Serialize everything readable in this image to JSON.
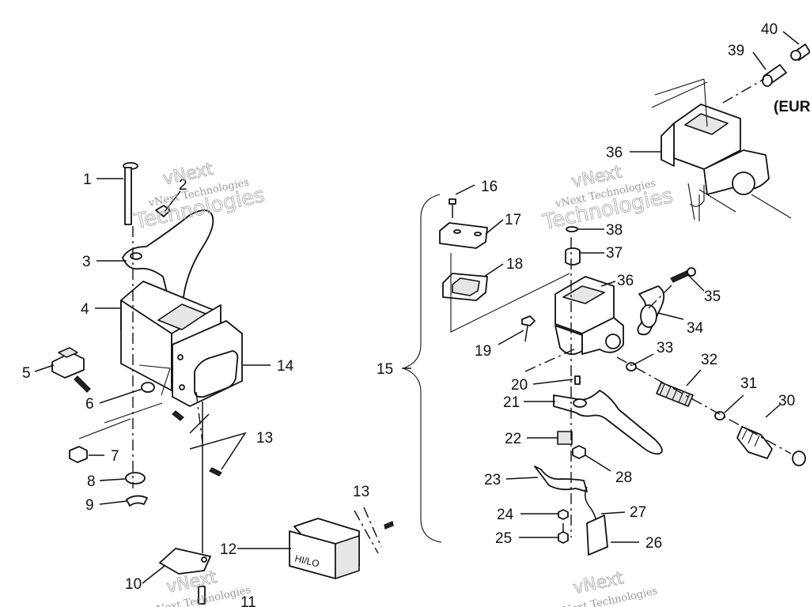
{
  "watermark": {
    "line1": "vNext",
    "line2": "vNext Technologies",
    "line3": "Technologies"
  },
  "region_note": "(EUR",
  "switch_label": "HI/LO",
  "callouts": [
    {
      "id": "c1",
      "text": "1"
    },
    {
      "id": "c2",
      "text": "2"
    },
    {
      "id": "c3",
      "text": "3"
    },
    {
      "id": "c4",
      "text": "4"
    },
    {
      "id": "c5",
      "text": "5"
    },
    {
      "id": "c6",
      "text": "6"
    },
    {
      "id": "c7",
      "text": "7"
    },
    {
      "id": "c8",
      "text": "8"
    },
    {
      "id": "c9",
      "text": "9"
    },
    {
      "id": "c10",
      "text": "10"
    },
    {
      "id": "c11",
      "text": "11"
    },
    {
      "id": "c12",
      "text": "12"
    },
    {
      "id": "c13a",
      "text": "13"
    },
    {
      "id": "c13b",
      "text": "13"
    },
    {
      "id": "c14",
      "text": "14"
    },
    {
      "id": "c15",
      "text": "15"
    },
    {
      "id": "c16",
      "text": "16"
    },
    {
      "id": "c17",
      "text": "17"
    },
    {
      "id": "c18",
      "text": "18"
    },
    {
      "id": "c19",
      "text": "19"
    },
    {
      "id": "c20",
      "text": "20"
    },
    {
      "id": "c21",
      "text": "21"
    },
    {
      "id": "c22",
      "text": "22"
    },
    {
      "id": "c23",
      "text": "23"
    },
    {
      "id": "c24",
      "text": "24"
    },
    {
      "id": "c25",
      "text": "25"
    },
    {
      "id": "c26",
      "text": "26"
    },
    {
      "id": "c27",
      "text": "27"
    },
    {
      "id": "c28",
      "text": "28"
    },
    {
      "id": "c30",
      "text": "30"
    },
    {
      "id": "c31",
      "text": "31"
    },
    {
      "id": "c32",
      "text": "32"
    },
    {
      "id": "c33",
      "text": "33"
    },
    {
      "id": "c34",
      "text": "34"
    },
    {
      "id": "c35",
      "text": "35"
    },
    {
      "id": "c36a",
      "text": "36"
    },
    {
      "id": "c36b",
      "text": "36"
    },
    {
      "id": "c37",
      "text": "37"
    },
    {
      "id": "c38",
      "text": "38"
    },
    {
      "id": "c39",
      "text": "39"
    },
    {
      "id": "c40",
      "text": "40"
    }
  ]
}
